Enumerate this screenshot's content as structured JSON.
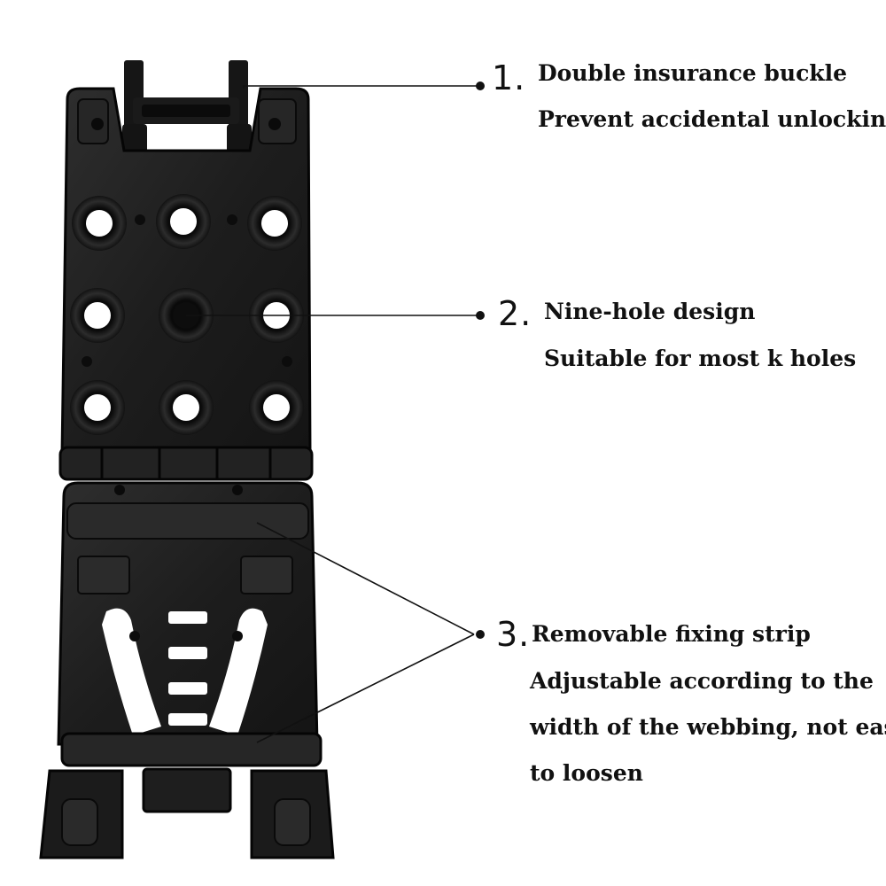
{
  "callouts": [
    {
      "number": "1.",
      "lines": [
        "Double insurance buckle",
        "Prevent accidental unlocking"
      ]
    },
    {
      "number": "2.",
      "lines": [
        "Nine-hole design",
        "Suitable for most k holes"
      ]
    },
    {
      "number": "3.",
      "lines": [
        "Removable fixing strip",
        "Adjustable according to the",
        "width of the webbing, not easy",
        "to loosen"
      ]
    }
  ],
  "colors": {
    "plastic": "#1c1c1c",
    "plastic_edge": "#050505",
    "highlight": "#3a3a3a",
    "background": "#ffffff",
    "text": "#111111"
  }
}
